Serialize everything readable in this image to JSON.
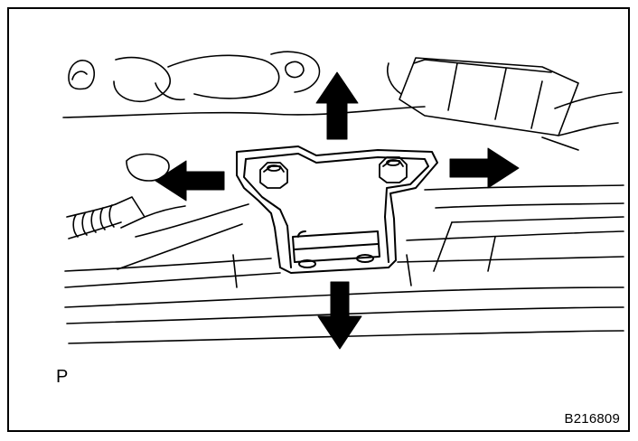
{
  "view_label": "P",
  "figure_id": "B216809",
  "colors": {
    "line": "#000000",
    "background": "#ffffff"
  },
  "arrows": [
    "up",
    "left",
    "right",
    "down"
  ]
}
